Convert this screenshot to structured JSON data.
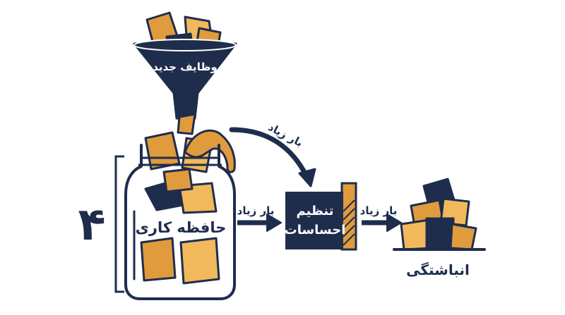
{
  "funnel": {
    "label": "وظایف جدید"
  },
  "jar": {
    "label": "حافظه کاری",
    "capacity": "۴"
  },
  "arrows": {
    "curved": "بار زیاد",
    "jar_to_box": "بار زیاد",
    "box_to_pile": "بار زیاد"
  },
  "box": {
    "line1": "تنظیم",
    "line2": "احساسات"
  },
  "pile": {
    "label": "انباشتگی"
  },
  "colors": {
    "navy": "#1f2d4d",
    "orange": "#e09b3d",
    "paper": "#f1b95c",
    "white": "#ffffff"
  }
}
